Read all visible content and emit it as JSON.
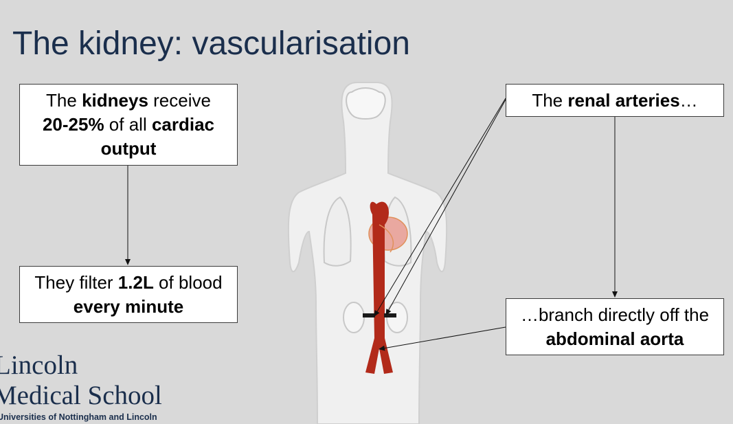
{
  "slide": {
    "title": "The kidney: vascularisation"
  },
  "boxes": {
    "kidneys": {
      "parts": [
        "The ",
        "kidneys",
        " receive ",
        "20-25%",
        " of all ",
        "cardiac output"
      ]
    },
    "filter": {
      "parts": [
        "They filter ",
        "1.2L",
        " of blood ",
        "every minute"
      ]
    },
    "renal": {
      "parts": [
        "The ",
        "renal arteries",
        "…"
      ]
    },
    "branch": {
      "parts": [
        "…branch directly off the ",
        "abdominal aorta"
      ]
    }
  },
  "logo": {
    "line1": "Lincoln",
    "line2": "Medical School",
    "sub": "Universities of Nottingham and Lincoln"
  },
  "colors": {
    "title": "#1a2e4c",
    "background": "#d9d9d9",
    "artery": "#b22a1a",
    "heart": "#e9a8a0"
  }
}
